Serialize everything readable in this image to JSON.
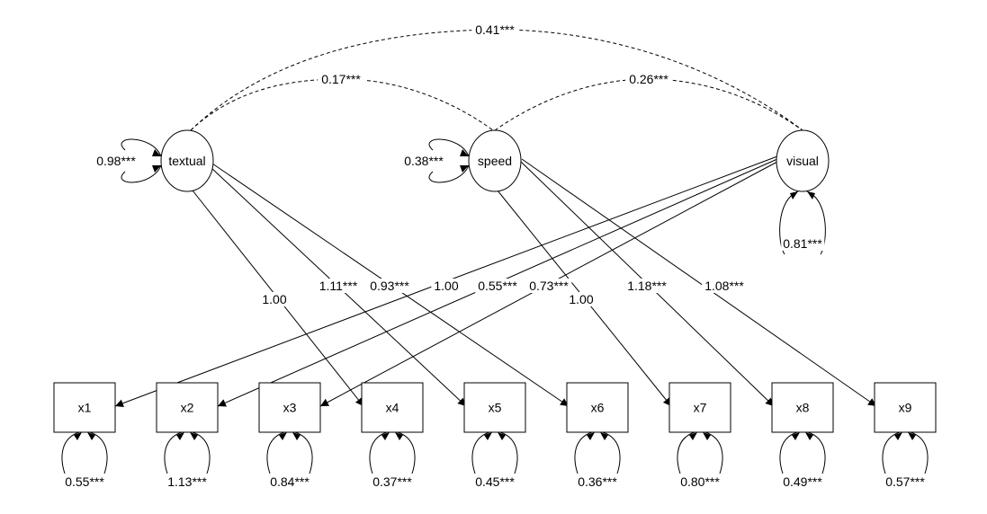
{
  "diagram": {
    "type": "sem-path-diagram",
    "latents": [
      {
        "id": "textual",
        "label": "textual",
        "variance": "0.98***"
      },
      {
        "id": "speed",
        "label": "speed",
        "variance": "0.38***"
      },
      {
        "id": "visual",
        "label": "visual",
        "variance": "0.81***"
      }
    ],
    "observed": [
      {
        "id": "x1",
        "label": "x1",
        "variance": "0.55***"
      },
      {
        "id": "x2",
        "label": "x2",
        "variance": "1.13***"
      },
      {
        "id": "x3",
        "label": "x3",
        "variance": "0.84***"
      },
      {
        "id": "x4",
        "label": "x4",
        "variance": "0.37***"
      },
      {
        "id": "x5",
        "label": "x5",
        "variance": "0.45***"
      },
      {
        "id": "x6",
        "label": "x6",
        "variance": "0.36***"
      },
      {
        "id": "x7",
        "label": "x7",
        "variance": "0.80***"
      },
      {
        "id": "x8",
        "label": "x8",
        "variance": "0.49***"
      },
      {
        "id": "x9",
        "label": "x9",
        "variance": "0.57***"
      }
    ],
    "loadings": [
      {
        "from": "textual",
        "to": "x4",
        "label": "1.00"
      },
      {
        "from": "textual",
        "to": "x5",
        "label": "1.11***"
      },
      {
        "from": "textual",
        "to": "x6",
        "label": "0.93***"
      },
      {
        "from": "visual",
        "to": "x1",
        "label": "1.00"
      },
      {
        "from": "visual",
        "to": "x2",
        "label": "0.55***"
      },
      {
        "from": "visual",
        "to": "x3",
        "label": "0.73***"
      },
      {
        "from": "speed",
        "to": "x7",
        "label": "1.00"
      },
      {
        "from": "speed",
        "to": "x8",
        "label": "1.18***"
      },
      {
        "from": "speed",
        "to": "x9",
        "label": "1.08***"
      }
    ],
    "covariances": [
      {
        "from": "textual",
        "to": "visual",
        "label": "0.41***"
      },
      {
        "from": "textual",
        "to": "speed",
        "label": "0.17***"
      },
      {
        "from": "speed",
        "to": "visual",
        "label": "0.26***"
      }
    ]
  }
}
